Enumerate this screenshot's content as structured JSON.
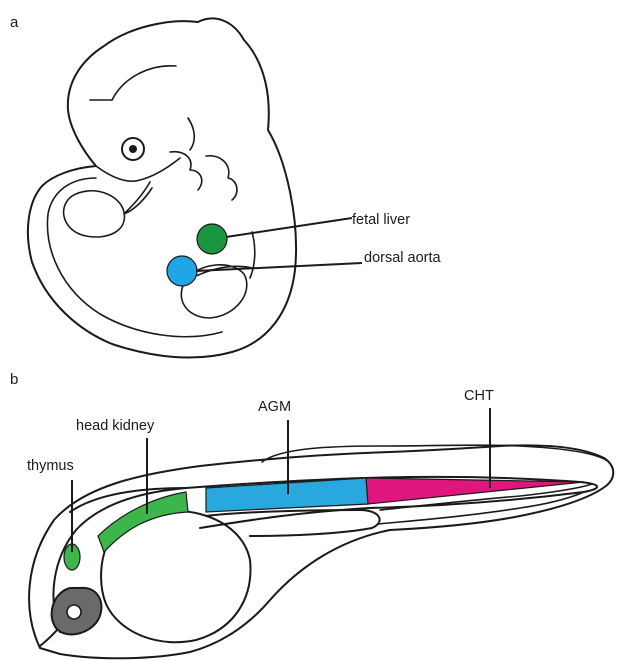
{
  "panels": {
    "a": {
      "letter": "a",
      "labels": {
        "fetal_liver": "fetal liver",
        "dorsal_aorta": "dorsal aorta"
      }
    },
    "b": {
      "letter": "b",
      "labels": {
        "thymus": "thymus",
        "head_kidney": "head kidney",
        "agm": "AGM",
        "cht": "CHT"
      }
    }
  },
  "colors": {
    "fetal_liver": "#1a9641",
    "dorsal_aorta": "#1ea7e4",
    "thymus": "#3cb54a",
    "head_kidney": "#3cb54a",
    "agm": "#29a8e0",
    "cht": "#e0157d",
    "eye": "#6a6a6a",
    "outline": "#1a1a1a"
  }
}
